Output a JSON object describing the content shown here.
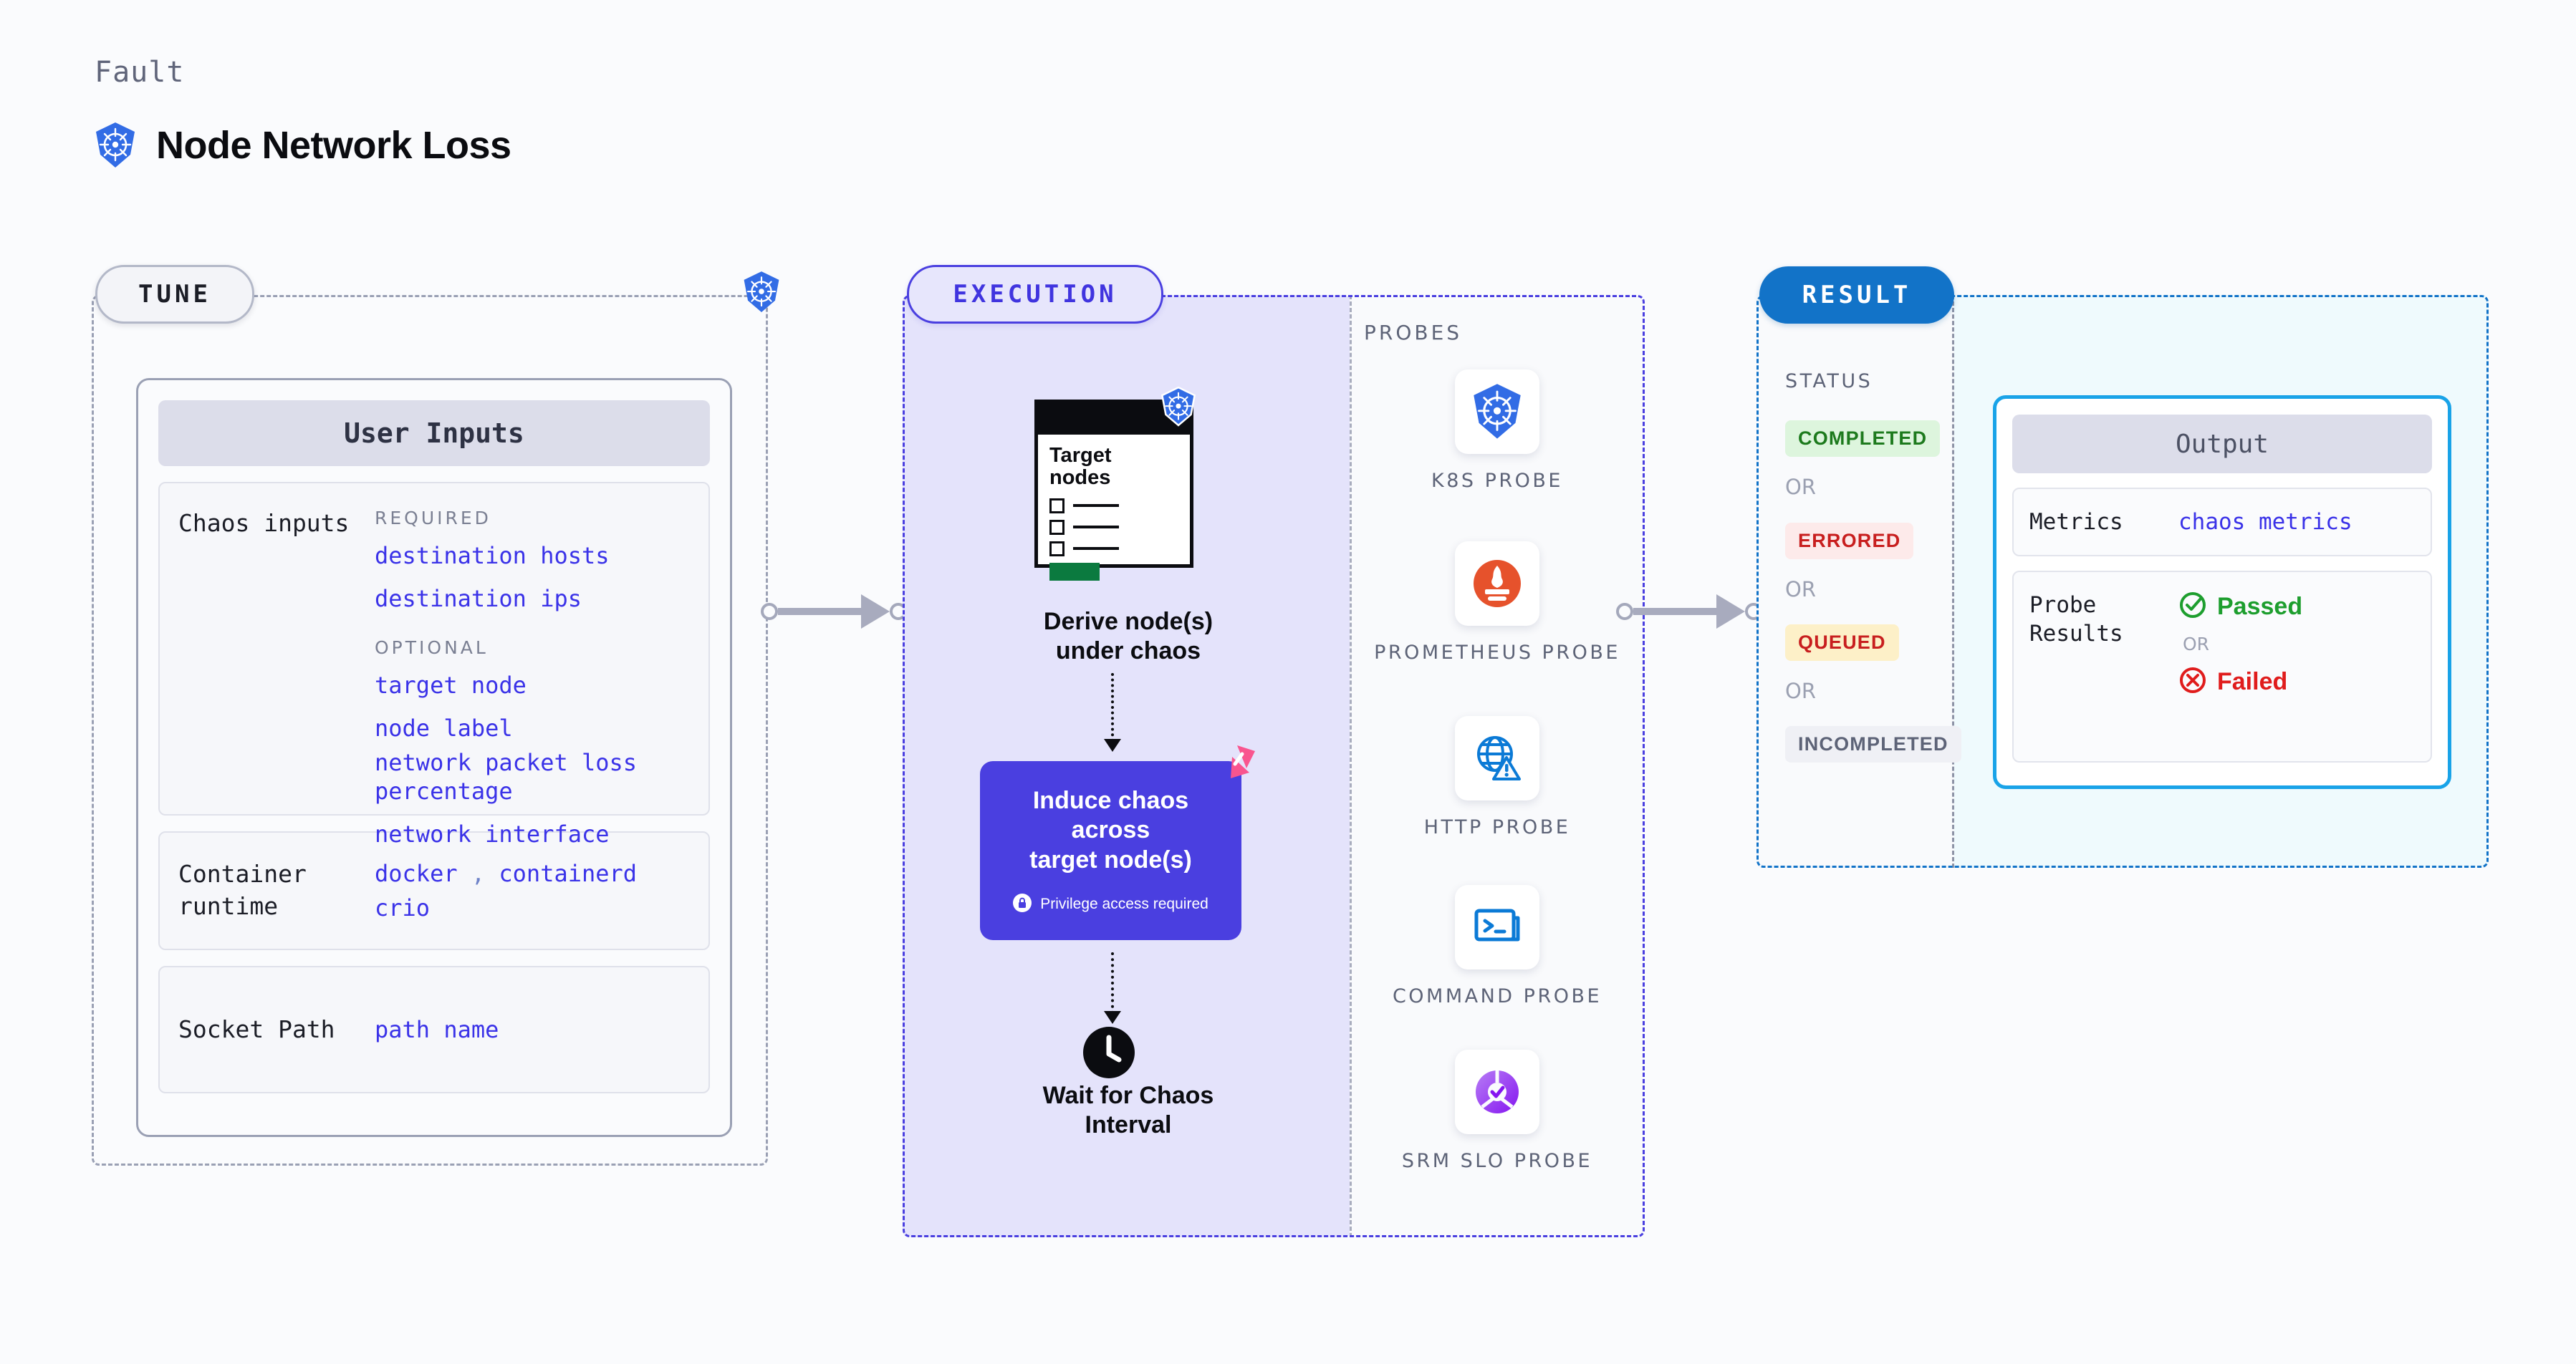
{
  "header": {
    "eyebrow": "Fault",
    "title": "Node Network Loss",
    "icon": "kubernetes-icon"
  },
  "tune": {
    "pill_label": "TUNE",
    "badge_icon": "kubernetes-icon",
    "card_title": "User Inputs",
    "rows": [
      {
        "label": "Chaos inputs",
        "groups": [
          {
            "heading": "REQUIRED",
            "values": [
              "destination hosts",
              "destination ips"
            ]
          },
          {
            "heading": "OPTIONAL",
            "values": [
              "target node",
              "node label",
              "network packet loss percentage",
              "network interface"
            ]
          }
        ]
      },
      {
        "label": "Container runtime",
        "values_line1_a": "docker",
        "values_line1_sep": ",",
        "values_line1_b": "containerd",
        "values_line2": "crio"
      },
      {
        "label": "Socket Path",
        "value": "path name"
      }
    ]
  },
  "execution": {
    "pill_label": "EXECUTION",
    "clipboard": {
      "title_line1": "Target",
      "title_line2": "nodes",
      "icon": "kubernetes-icon"
    },
    "derive_caption_line1": "Derive node(s)",
    "derive_caption_line2": "under chaos",
    "chaos_card": {
      "title_line1": "Induce chaos across",
      "title_line2": "target node(s)",
      "privilege_note": "Privilege access required",
      "privilege_icon": "lock-icon",
      "corner_icon": "litmus-logo-icon",
      "color": "#4a3fe0"
    },
    "wait": {
      "icon": "clock-icon",
      "caption_line1": "Wait for Chaos",
      "caption_line2": "Interval"
    },
    "probes": {
      "label": "PROBES",
      "items": [
        {
          "name": "K8S PROBE",
          "icon": "kubernetes-icon"
        },
        {
          "name": "PROMETHEUS PROBE",
          "icon": "prometheus-icon"
        },
        {
          "name": "HTTP PROBE",
          "icon": "globe-warning-icon"
        },
        {
          "name": "COMMAND PROBE",
          "icon": "terminal-icon"
        },
        {
          "name": "SRM SLO PROBE",
          "icon": "srm-slo-icon"
        }
      ]
    }
  },
  "result": {
    "pill_label": "RESULT",
    "status_label": "STATUS",
    "or_label": "OR",
    "statuses": [
      {
        "label": "COMPLETED",
        "bg": "#ddf5dd",
        "color": "#1d7a1d"
      },
      {
        "label": "ERRORED",
        "bg": "#fdeaea",
        "color": "#c81f1f"
      },
      {
        "label": "QUEUED",
        "bg": "#fdf0c8",
        "color": "#c81f1f"
      },
      {
        "label": "INCOMPLETED",
        "bg": "#eff0f5",
        "color": "#5d6377"
      }
    ],
    "output": {
      "title": "Output",
      "metrics_label": "Metrics",
      "metrics_value": "chaos metrics",
      "probe_results_label_line1": "Probe",
      "probe_results_label_line2": "Results",
      "passed_label": "Passed",
      "passed_icon": "check-circle-icon",
      "passed_color": "#1d9e2e",
      "or_label": "OR",
      "failed_label": "Failed",
      "failed_icon": "x-circle-icon",
      "failed_color": "#e01c1c"
    }
  }
}
